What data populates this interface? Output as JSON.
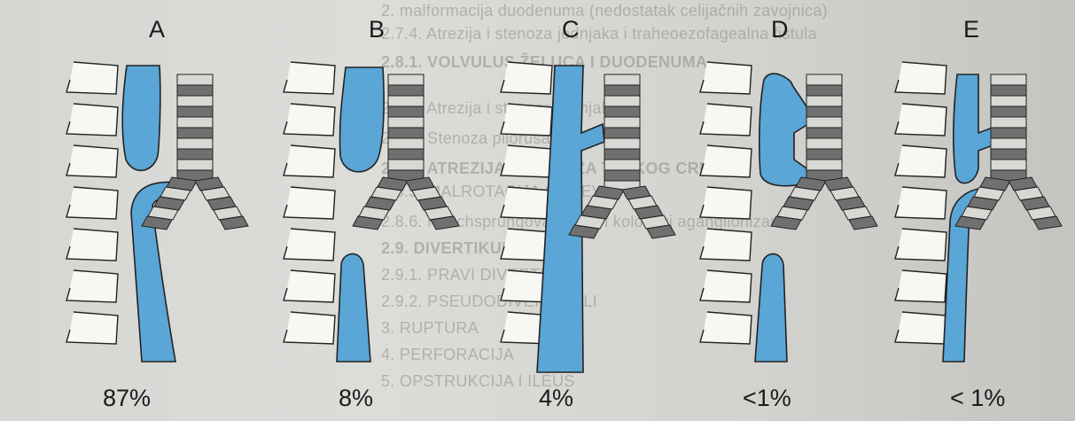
{
  "background_text": [
    "2. malformacija duodenuma (nedostatak celijačnih zavojnica)",
    "2.7.4. Atrezija i stenoza jednjaka i traheoezofagealna fistula",
    "2.8.1. VOLVULUS ŽELUCA I DUODENUMA",
    "2.8.2. Atrezija i stenoza jednjaka",
    "2.8.3. Stenoza pilorusa",
    "2.8.4. ATREZIJA I STENOZA TANKOG CRIJEVA",
    "2.8.5. MALROTACIJA CRIJEVA",
    "2.8.6. Hirschsprungova bolest i kolonski aganglionizam",
    "2.9. DIVERTIKULI",
    "2.9.1. PRAVI DIVERTIKULI",
    "2.9.2. PSEUDODIVERTIKULI",
    "3. RUPTURA",
    "4. PERFORACIJA",
    "5. OPSTRUKCIJA I ILEUS"
  ],
  "panels": [
    {
      "letter": "A",
      "percent": "87%"
    },
    {
      "letter": "B",
      "percent": "8%"
    },
    {
      "letter": "C",
      "percent": "4%"
    },
    {
      "letter": "D",
      "percent": "<1%"
    },
    {
      "letter": "E",
      "percent": "< 1%"
    }
  ],
  "colors": {
    "esophagus": "#5aa6d6",
    "trachea_dark": "#707070",
    "trachea_light": "#d8d8d4",
    "outline": "#222222",
    "vertebra_fill": "#f7f7f4"
  }
}
